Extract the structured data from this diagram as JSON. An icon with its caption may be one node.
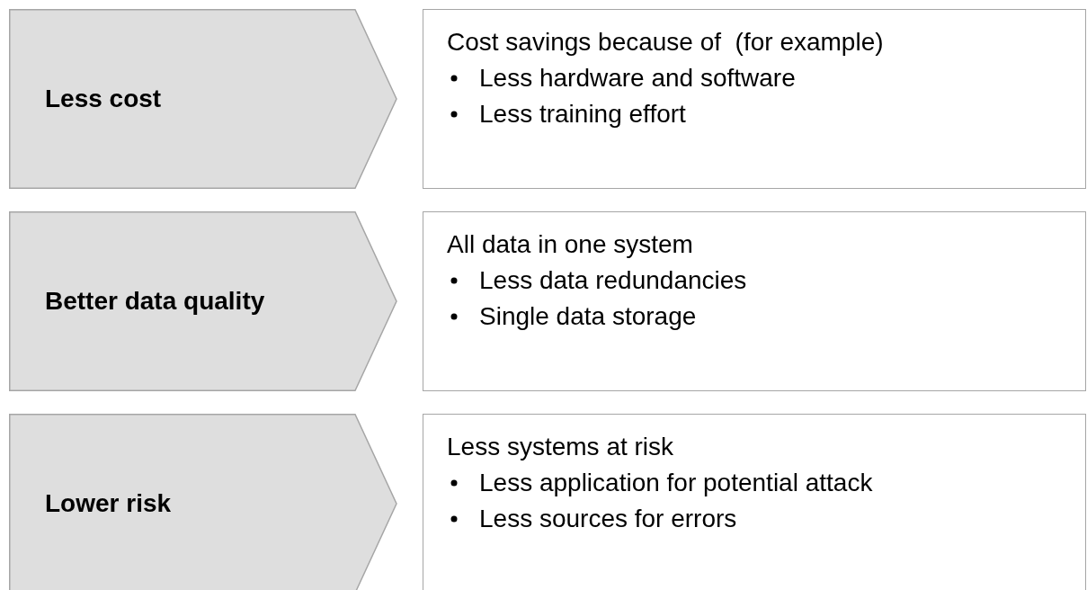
{
  "diagram": {
    "nodes": [
      {
        "text": [
          "Less cost"
        ]
      },
      {
        "text": [
          "Cost savings because of  (for example)",
          "Less hardware and software",
          "Less training effort"
        ]
      },
      {
        "text": [
          "Better data quality"
        ]
      },
      {
        "text": [
          "All data in one system",
          "Less data redundancies",
          "Single data storage"
        ]
      },
      {
        "text": [
          "Lower risk"
        ]
      },
      {
        "text": [
          "Less systems at risk",
          "Less application for potential attack",
          "Less sources for errors"
        ]
      }
    ]
  }
}
